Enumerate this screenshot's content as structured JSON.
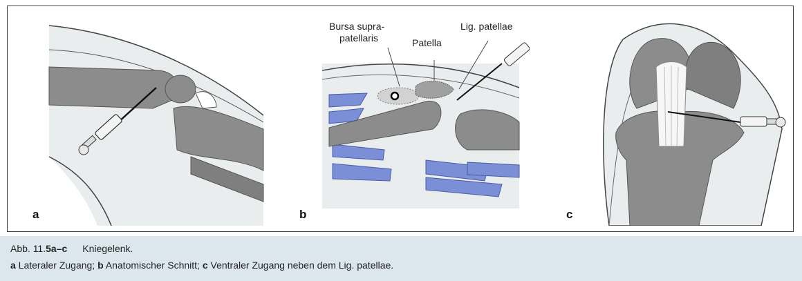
{
  "panels": {
    "a": {
      "letter": "a"
    },
    "b": {
      "letter": "b",
      "labels": {
        "bursa_line1": "Bursa supra-",
        "bursa_line2": "patellaris",
        "patella": "Patella",
        "lig_patellae": "Lig. patellae"
      }
    },
    "c": {
      "letter": "c"
    }
  },
  "caption": {
    "prefix": "Abb. 11.",
    "figure_number": "5a–c",
    "title": "Kniegelenk.",
    "items": [
      {
        "letter": "a",
        "text": " Lateraler Zugang; "
      },
      {
        "letter": "b",
        "text": " Anatomischer Schnitt; "
      },
      {
        "letter": "c",
        "text": " Ventraler Zugang neben dem Lig. patellae."
      }
    ]
  },
  "colors": {
    "bone": "#8c8c8c",
    "bone_dark": "#6f6f6f",
    "muscle": "#7b8fd6",
    "soft_tissue": "#e9edee",
    "caption_bg": "#dbe7ec",
    "outline": "#333333"
  }
}
